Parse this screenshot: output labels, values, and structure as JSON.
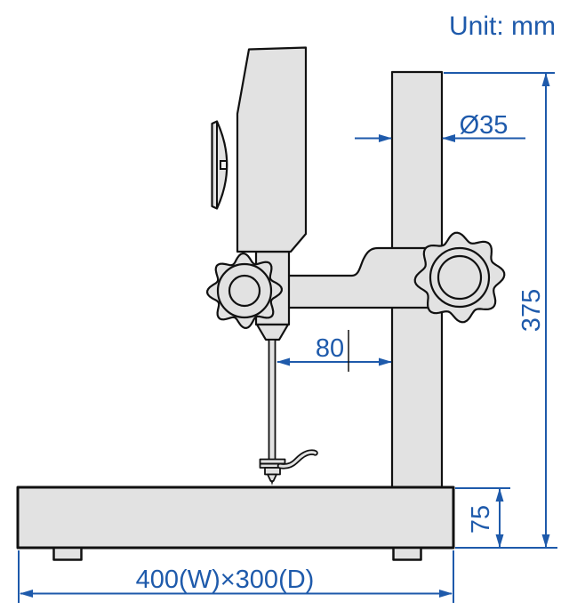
{
  "unit_label": "Unit: mm",
  "dimensions": {
    "column_diameter": "Ø35",
    "stand_height": "375",
    "indicator_offset": "80",
    "base_thickness": "75",
    "base_size": "400(W)×300(D)"
  },
  "colors": {
    "dimension_blue": "#1e5aab",
    "outline_black": "#111111",
    "part_fill_gray": "#e2e2e2",
    "background": "#ffffff"
  }
}
